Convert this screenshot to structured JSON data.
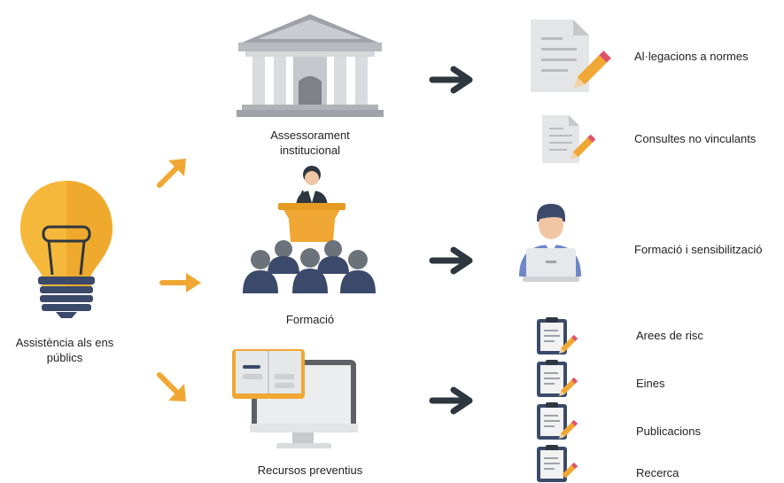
{
  "root": {
    "label": "Assistència als ens públics"
  },
  "branches": [
    {
      "label": "Assessorament institucional",
      "outcomes": [
        "Al·legacions a normes",
        "Consultes no vinculants"
      ]
    },
    {
      "label": "Formació",
      "outcomes": [
        "Formació i sensibilització"
      ]
    },
    {
      "label": "Recursos preventius",
      "outcomes": [
        "Arees de risc",
        "Eines",
        "Publicacions",
        "Recerca"
      ]
    }
  ],
  "colors": {
    "accent": "#F0A733",
    "arrow_dark": "#2E3640",
    "navy": "#3B4A6B"
  },
  "icons": {
    "root": "lightbulb-icon",
    "branch_1": "institution-building-icon",
    "branch_2": "speaker-audience-icon",
    "branch_3": "monitor-book-icon",
    "outcome_doc": "document-pencil-icon",
    "outcome_user": "user-laptop-icon",
    "outcome_clipboard": "clipboard-pencil-icon"
  }
}
